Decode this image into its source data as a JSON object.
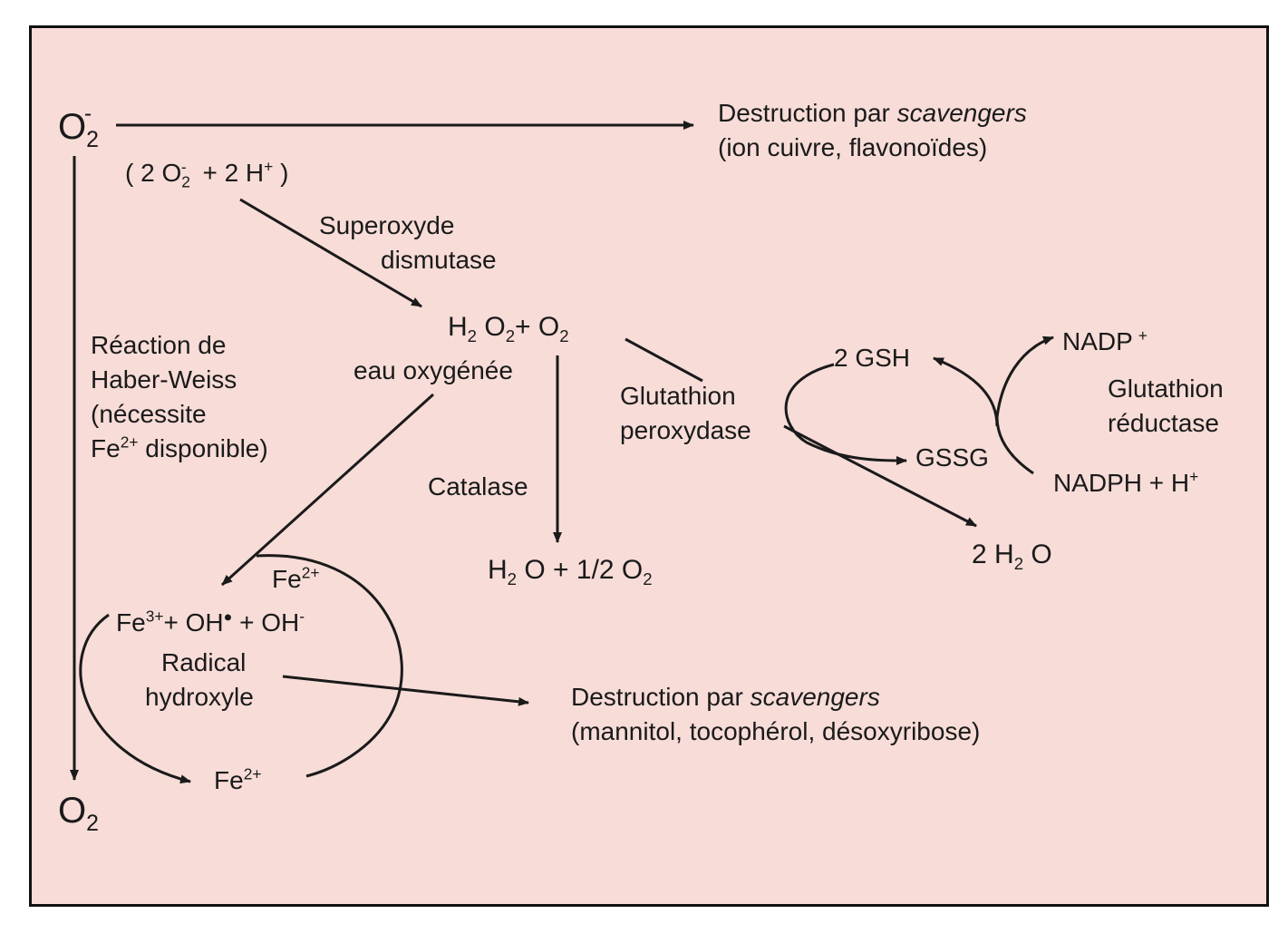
{
  "o2_radical": {
    "base": "O",
    "sub": "2",
    "sup": "-"
  },
  "dismutation_input": {
    "open": "( 2 O",
    "sub": "2",
    "sup": "-",
    "rest": "  + 2 H",
    "plus": "+",
    "close": " )"
  },
  "scavengers_1": {
    "line1_prefix": "Destruction par ",
    "line1_italic": "scavengers",
    "line2": "(ion cuivre, flavonoïdes)"
  },
  "superoxyde_dismutase": [
    "Superoxyde",
    "dismutase"
  ],
  "h2o2_formula": {
    "h": "H",
    "s1": "2",
    "o": "O",
    "s2": "2",
    "rest": "+  O",
    "s3": "2"
  },
  "eau_oxygenee": "eau oxygénée",
  "haber_weiss": {
    "l1": "Réaction de",
    "l2": "Haber-Weiss",
    "l3": "(nécessite",
    "l4a": "Fe",
    "l4sup": "2+",
    "l4b": " disponible)"
  },
  "glutathion_peroxydase": [
    "Glutathion",
    "peroxydase"
  ],
  "gsh": "2 GSH",
  "gssg": "GSSG",
  "nadp": {
    "base": "NADP",
    "sup": "+"
  },
  "glutathion_reductase": [
    "Glutathion",
    "réductase"
  ],
  "nadph": {
    "base": "NADPH + H",
    "sup": "+"
  },
  "two_h2o": {
    "a": "2  H",
    "sub": "2",
    "b": "O"
  },
  "catalase": "Catalase",
  "catalase_product": {
    "a": "H",
    "s1": "2",
    "b": "O +  1/2  O",
    "s2": "2"
  },
  "fe2_top": {
    "base": "Fe",
    "sup": "2+"
  },
  "fe3_line": {
    "a": "Fe",
    "s1": "3+",
    "b": "+ OH",
    "s2": "●",
    "c": " +  OH",
    "s3": "-"
  },
  "radical_hydroxyle": [
    "Radical",
    "hydroxyle"
  ],
  "fe2_bottom": {
    "base": "Fe",
    "sup": "2+"
  },
  "scavengers_2": {
    "line1_prefix": "Destruction par ",
    "line1_italic": "scavengers",
    "line2": "(mannitol, tocophérol, désoxyribose)"
  },
  "o2_bottom": {
    "base": "O",
    "sub": "2"
  },
  "colors": {
    "background": "#f7dcd7",
    "ink": "#1a1a1a",
    "border": "#111111"
  }
}
